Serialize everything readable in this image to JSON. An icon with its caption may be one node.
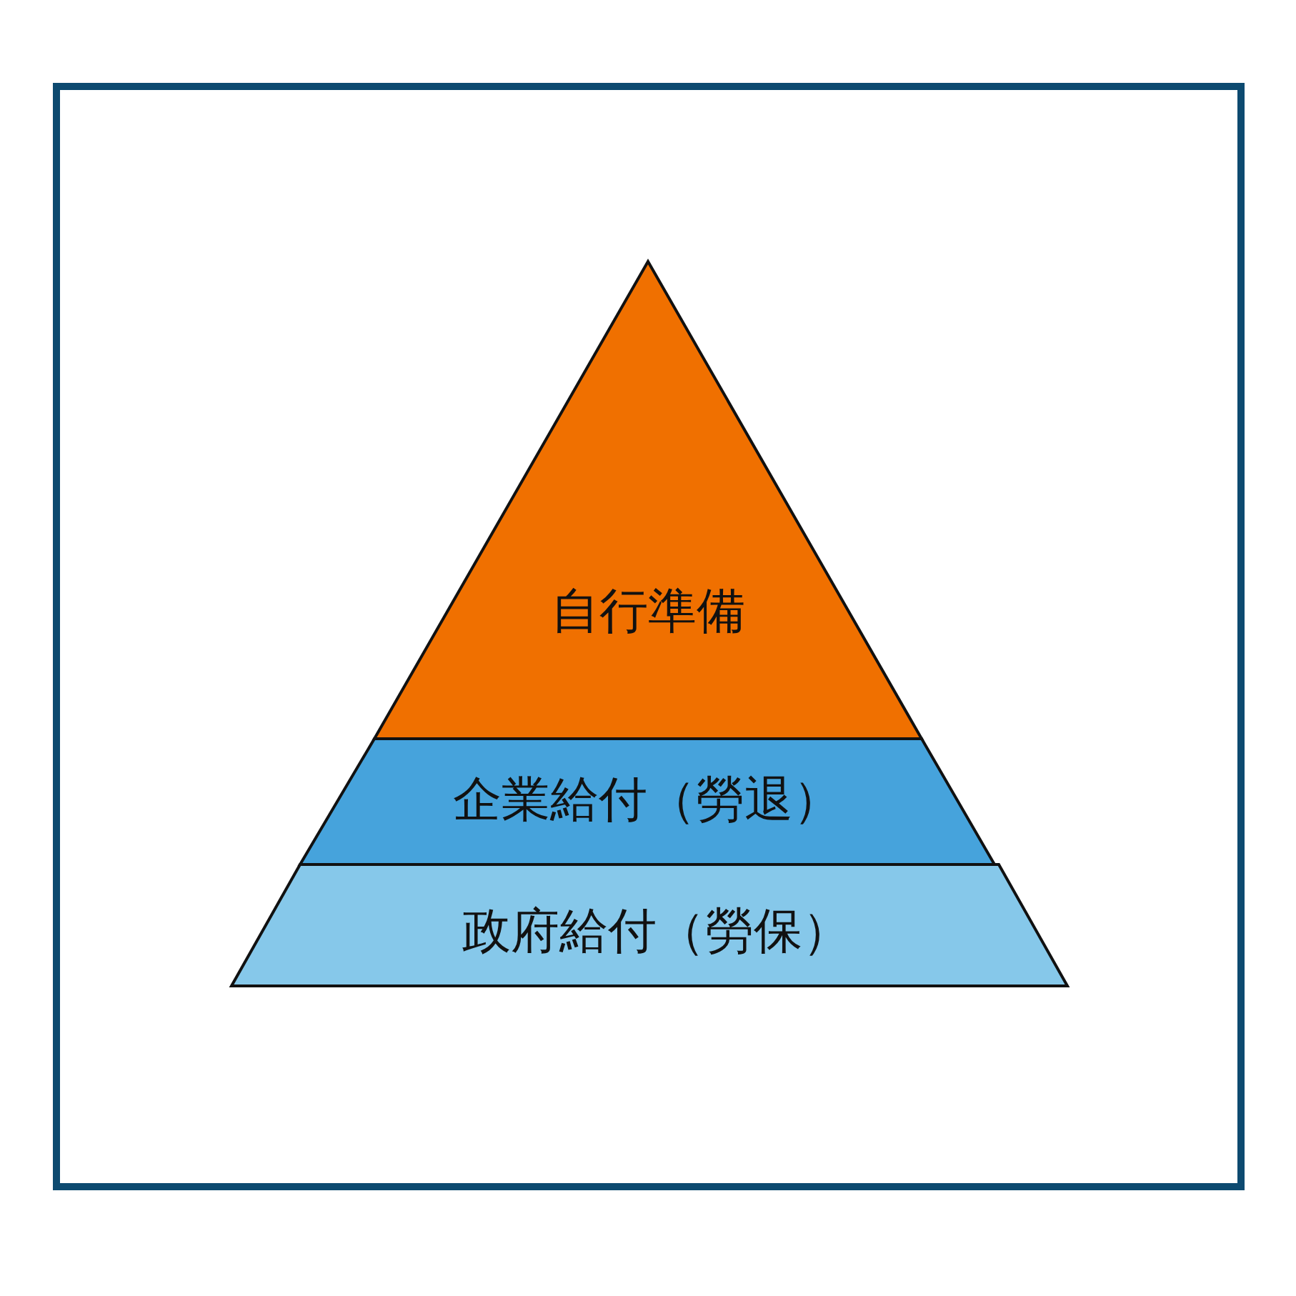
{
  "diagram": {
    "nodes": [
      {
        "text": [
          "自行準備"
        ]
      },
      {
        "text": [
          "企業給付（勞退）"
        ]
      },
      {
        "text": [
          "政府給付（勞保）"
        ]
      }
    ]
  }
}
